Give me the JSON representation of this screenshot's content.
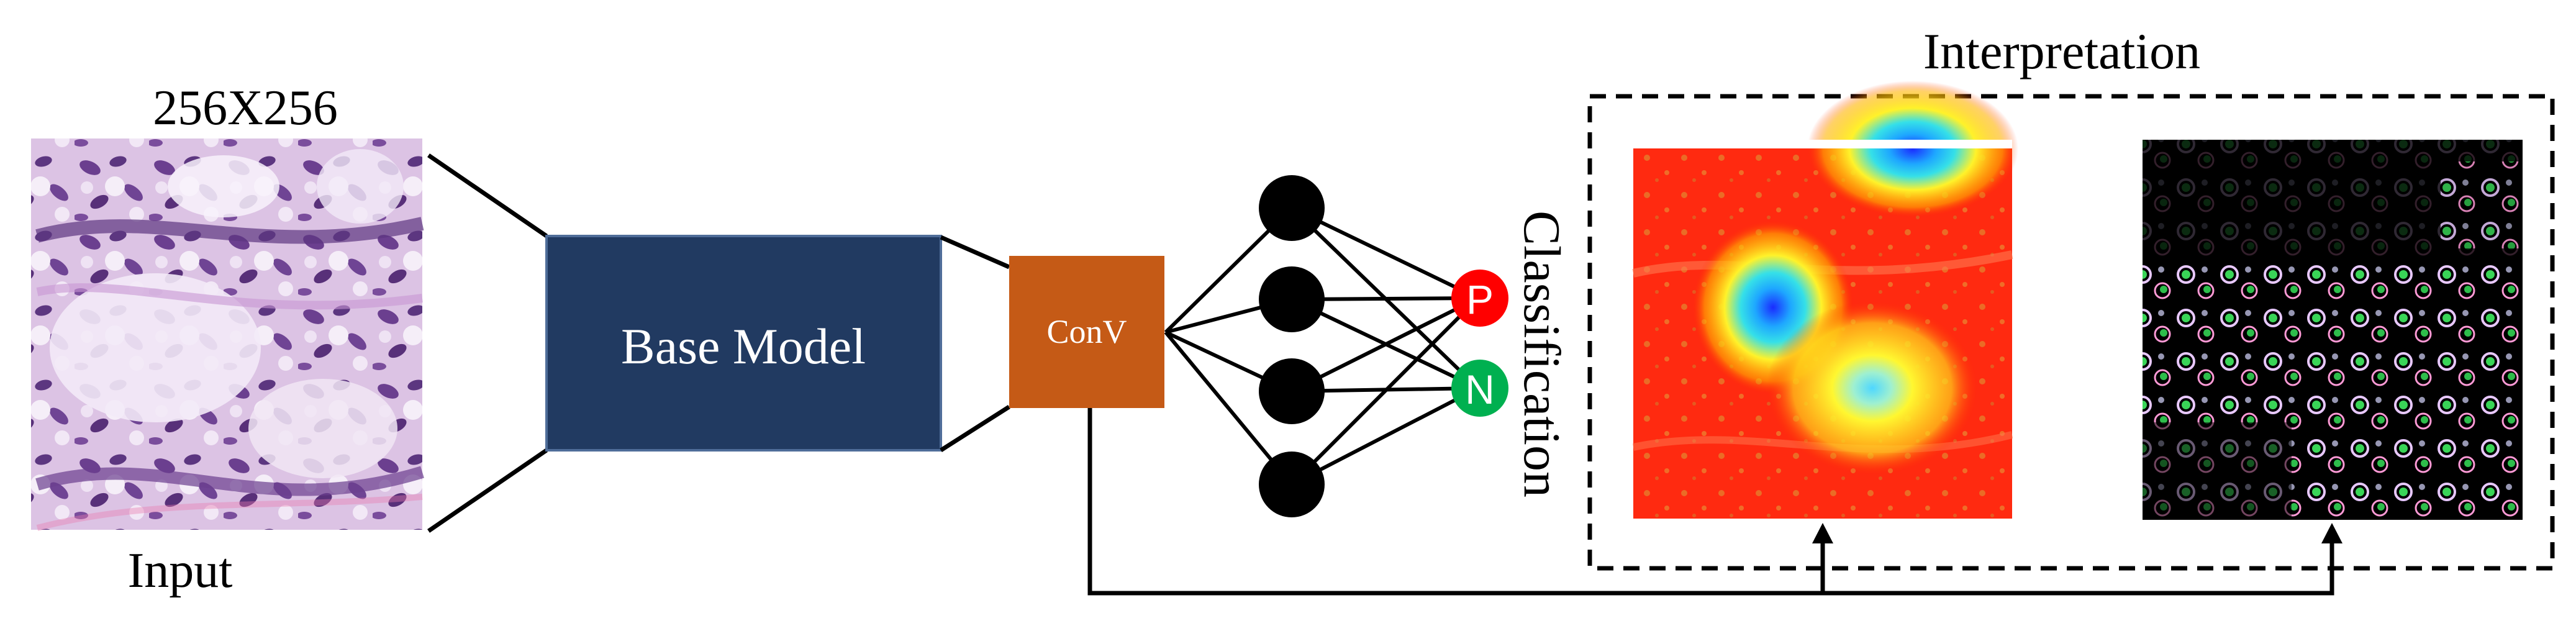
{
  "input": {
    "size_label": "256X256",
    "caption": "Input"
  },
  "base_model": {
    "label": "Base Model",
    "color": "#213a61"
  },
  "conv": {
    "label": "ConV",
    "color": "#c55a16"
  },
  "classification": {
    "label": "Classification",
    "outputs": [
      {
        "letter": "P",
        "color": "#ff0000"
      },
      {
        "letter": "N",
        "color": "#00b050"
      }
    ]
  },
  "interpretation": {
    "title": "Interpretation",
    "maps": [
      "heatmap",
      "saliency-map"
    ]
  }
}
